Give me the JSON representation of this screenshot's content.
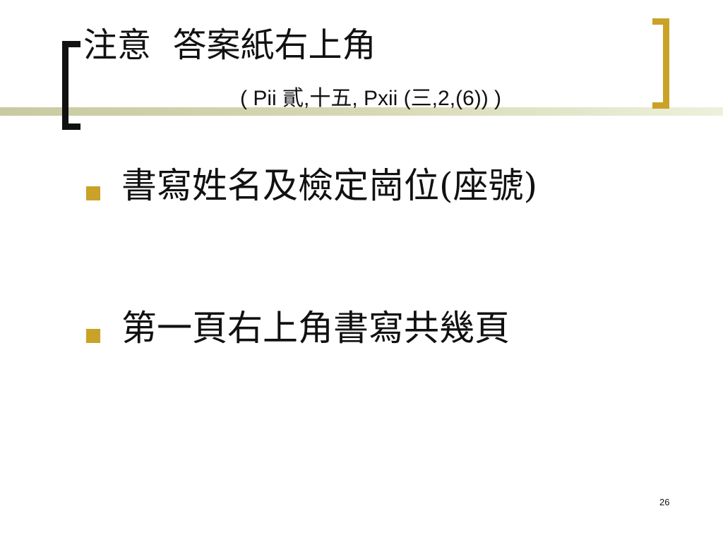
{
  "slide": {
    "title": "注意  答案紙右上角",
    "subtitle": "( Pii 貳,十五, Pxii (三,2,(6)) )",
    "bullets": [
      "書寫姓名及檢定崗位(座號)",
      "第一頁右上角書寫共幾頁"
    ],
    "page_number": "26"
  },
  "colors": {
    "accent": "#c9a227",
    "band": "#d6d8b4",
    "text": "#111111",
    "background": "#ffffff"
  }
}
